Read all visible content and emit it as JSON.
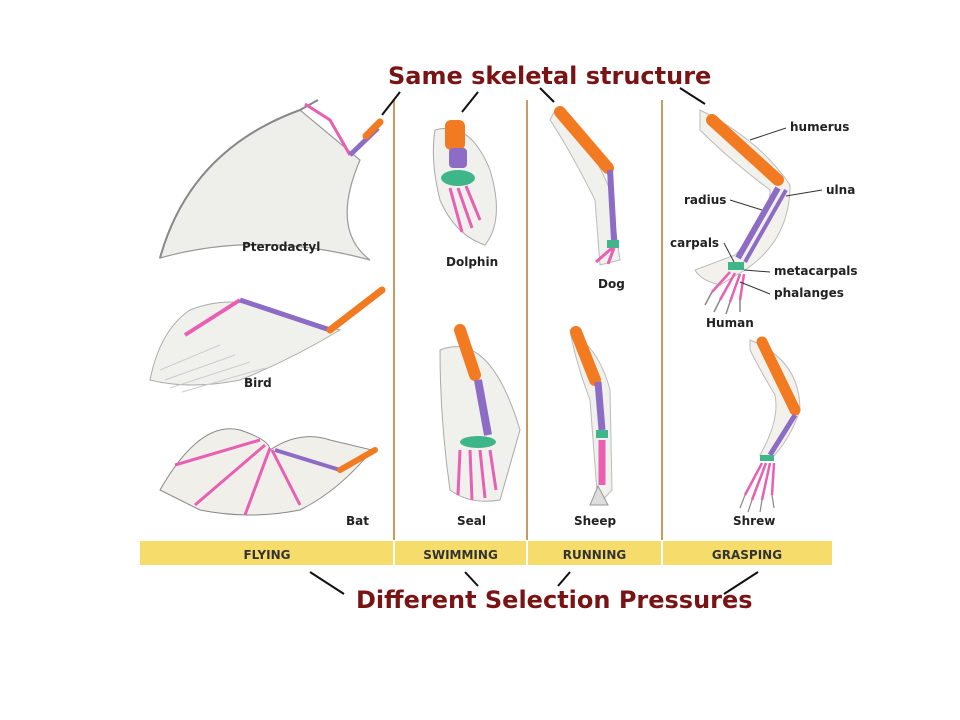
{
  "titles": {
    "top": "Same skeletal structure",
    "bottom": "Different Selection Pressures"
  },
  "categories": [
    "FLYING",
    "SWIMMING",
    "RUNNING",
    "GRASPING"
  ],
  "animals": {
    "pterodactyl": "Pterodactyl",
    "bird": "Bird",
    "bat": "Bat",
    "dolphin": "Dolphin",
    "seal": "Seal",
    "dog": "Dog",
    "sheep": "Sheep",
    "human": "Human",
    "shrew": "Shrew"
  },
  "bones": {
    "humerus": "humerus",
    "ulna": "ulna",
    "radius": "radius",
    "carpals": "carpals",
    "metacarpals": "metacarpals",
    "phalanges": "phalanges"
  },
  "colors": {
    "title": "#7a1414",
    "humerus": "#f27a21",
    "radius_ulna": "#8c6cc4",
    "carpals": "#3fb58a",
    "phalanges": "#e85fb3",
    "banner": "#f6dc6b",
    "divider": "#c89a62"
  }
}
